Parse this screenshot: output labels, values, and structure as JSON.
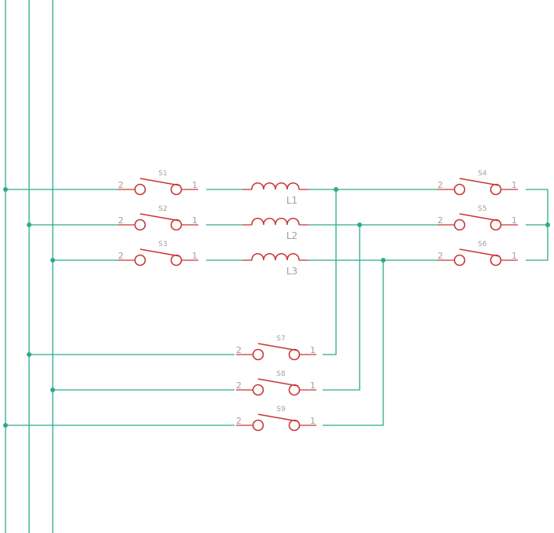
{
  "colors": {
    "wire": "#2dab8c",
    "component": "#c83737",
    "label": "#a0a0a0",
    "background": "#ffffff"
  },
  "switches": [
    {
      "ref": "S1",
      "pin_left": "2",
      "pin_right": "1"
    },
    {
      "ref": "S2",
      "pin_left": "2",
      "pin_right": "1"
    },
    {
      "ref": "S3",
      "pin_left": "2",
      "pin_right": "1"
    },
    {
      "ref": "S4",
      "pin_left": "2",
      "pin_right": "1"
    },
    {
      "ref": "S5",
      "pin_left": "2",
      "pin_right": "1"
    },
    {
      "ref": "S6",
      "pin_left": "2",
      "pin_right": "1"
    },
    {
      "ref": "S7",
      "pin_left": "2",
      "pin_right": "1"
    },
    {
      "ref": "S8",
      "pin_left": "2",
      "pin_right": "1"
    },
    {
      "ref": "S9",
      "pin_left": "2",
      "pin_right": "1"
    }
  ],
  "inductors": [
    {
      "ref": "L1"
    },
    {
      "ref": "L2"
    },
    {
      "ref": "L3"
    }
  ]
}
